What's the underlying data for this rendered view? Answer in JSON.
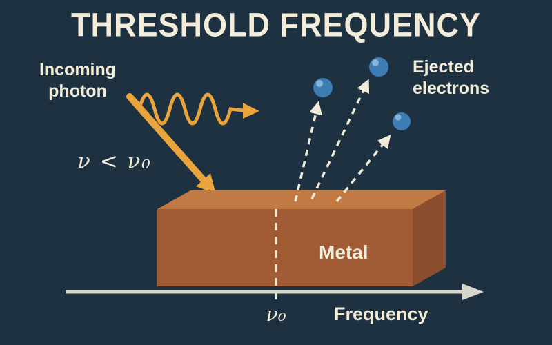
{
  "title": "THRESHOLD FREQUENCY",
  "labels": {
    "incoming_photon": "Incoming\nphoton",
    "condition": "ν < ν₀",
    "ejected_electrons": "Ejected\nelectrons",
    "metal": "Metal",
    "axis_tick": "ν₀",
    "axis_label": "Frequency"
  },
  "colors": {
    "background": "#1e3141",
    "text": "#f2ecd9",
    "photon": "#e9a43c",
    "metal_top": "#c17a44",
    "metal_front": "#a15c35",
    "metal_side": "#8c4e2c",
    "electron": "#3e7cb4",
    "electron_highlight": "#8fc0e4",
    "dashed": "#f0ead8",
    "axis": "#d9d6cc"
  }
}
